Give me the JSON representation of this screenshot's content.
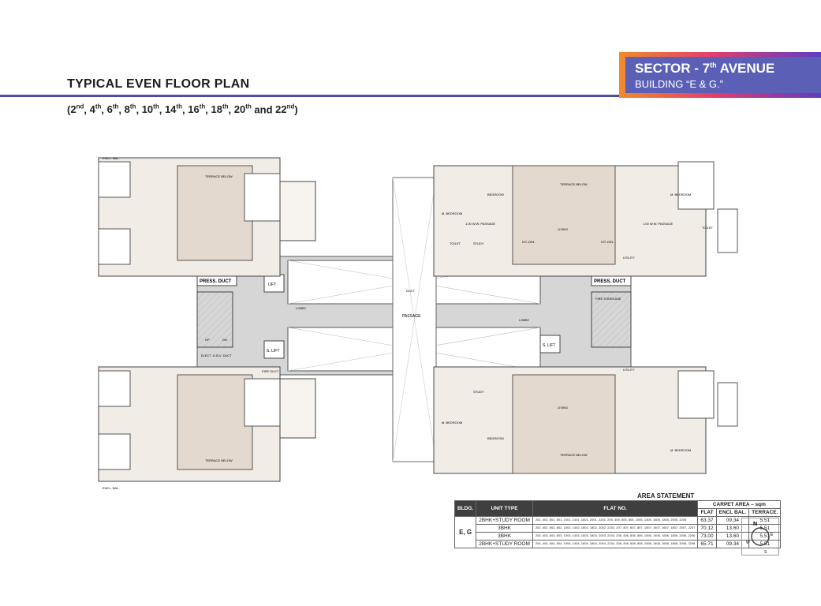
{
  "header": {
    "title": "TYPICAL EVEN FLOOR PLAN",
    "sector_prefix": "SECTOR - 7",
    "sector_sup": "th",
    "sector_suffix": " AVENUE",
    "building": "BUILDING “E & G.”"
  },
  "floors": [
    {
      "n": "2",
      "sup": "nd"
    },
    {
      "n": "4",
      "sup": "th"
    },
    {
      "n": "6",
      "sup": "th"
    },
    {
      "n": "8",
      "sup": "th"
    },
    {
      "n": "10",
      "sup": "th"
    },
    {
      "n": "14",
      "sup": "th"
    },
    {
      "n": "16",
      "sup": "th"
    },
    {
      "n": "18",
      "sup": "th"
    },
    {
      "n": "20",
      "sup": "th"
    },
    {
      "n": "22",
      "sup": "nd"
    }
  ],
  "floors_and": "and",
  "plan_labels": {
    "press_duct": "PRESS. DUCT",
    "lift": "LIFT",
    "s_lift": "S. LIFT",
    "lobby": "LOBBY",
    "passage": "PASSAGE",
    "duct": "DUCT",
    "fire_staircase": "FIRE STAIRCASE",
    "fire_duct": "FIRE DUCT",
    "elect_duct": "ELECT. & ELV. DUCT",
    "terrace_below": "TERRACE BELOW",
    "encl_bal": "ENCL. BAL.",
    "bedroom": "BEDROOM",
    "m_bedroom": "M. BEDROOM",
    "living": "LIVING",
    "kitchen": "KIT.-DIN.",
    "study": "STUDY",
    "toilet": "TOILET",
    "utility": "UTILITY",
    "wp": "1.00 W.W. PASSAGE",
    "up": "UP",
    "dn": "DN"
  },
  "area": {
    "title": "AREA STATEMENT",
    "headers": {
      "bldg": "BLDG.",
      "unit": "UNIT TYPE",
      "flat": "FLAT NO.",
      "carpet": "CARPET AREA – sqm",
      "flat_area": "FLAT",
      "encl": "ENCL BAL.",
      "terrace": "TERRACE."
    },
    "bldg": "E, G",
    "rows": [
      {
        "unit": "2BHK+STUDY ROOM",
        "flats": "201, 401, 601, 801, 1001, 1401, 1601, 2001, 2201, 205, 405, 605, 805, 1005, 1405, 1605, 1805, 2005, 2205",
        "flat": "63.37",
        "encl": "09.34",
        "terrace": "5.51"
      },
      {
        "unit": "3BHK",
        "flats": "202, 402, 602, 802, 1002, 1402, 1602, 1802, 2002, 2202, 207, 407, 607, 807, 1007, 1407, 1607, 1807, 2007, 2207",
        "flat": "70.12",
        "encl": "13.60",
        "terrace": "5.51"
      },
      {
        "unit": "3BHK",
        "flats": "203, 403, 603, 803, 1003, 1403, 1603, 1803, 2003, 2203, 206, 406, 606, 806, 1006, 1406, 1606, 1806, 2006, 2206",
        "flat": "73.00",
        "encl": "13.60",
        "terrace": "5.51"
      },
      {
        "unit": "2BHK+STUDY ROOM",
        "flats": "204, 404, 604, 804, 1004, 1404, 1604, 1804, 2004, 2204, 208, 408, 608, 808, 1008, 1408, 1608, 1808, 2008, 2208",
        "flat": "65.71",
        "encl": "09.34",
        "terrace": "5.51"
      }
    ]
  },
  "compass": {
    "n": "N",
    "s": "S",
    "e": "E",
    "w": "W"
  }
}
